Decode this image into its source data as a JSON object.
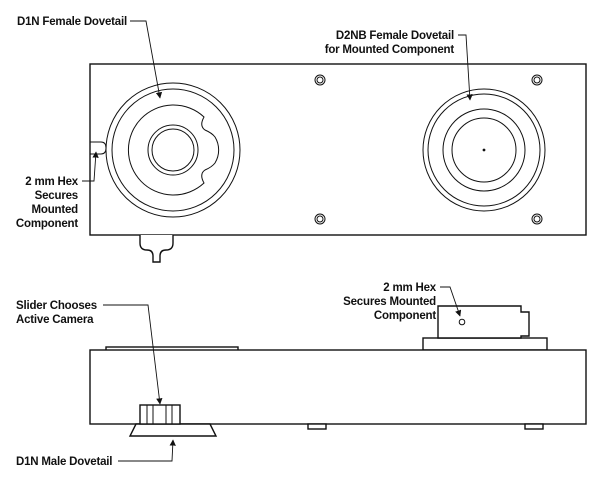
{
  "labels": {
    "d1n_female_dovetail": "D1N Female Dovetail",
    "d2nb_female_dovetail_line1": "D2NB Female Dovetail",
    "d2nb_female_dovetail_line2": "for Mounted Component",
    "hex_top_line1": "2 mm Hex",
    "hex_top_line2": "Secures",
    "hex_top_line3": "Mounted",
    "hex_top_line4": "Component",
    "hex_bottom_line1": "2 mm Hex",
    "hex_bottom_line2": "Secures Mounted",
    "hex_bottom_line3": "Component",
    "slider_line1": "Slider Chooses",
    "slider_line2": "Active Camera",
    "d1n_male_dovetail": "D1N Male Dovetail"
  },
  "colors": {
    "line": "#111111",
    "background": "#ffffff"
  }
}
